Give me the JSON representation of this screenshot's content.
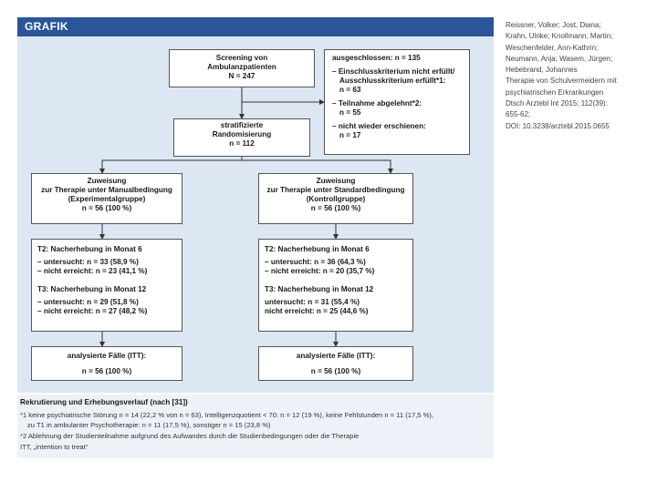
{
  "header": {
    "title": "GRAFIK"
  },
  "screening": {
    "l1": "Screening von",
    "l2": "Ambulanzpatienten",
    "l3": "N = 247"
  },
  "excluded": {
    "title": "ausgeschlossen: n = 135",
    "r1a": "– Einschlusskriterium nicht erfüllt/",
    "r1b": "Ausschlusskriterium erfüllt*1:",
    "r1n": "n = 63",
    "r2a": "– Teilnahme abgelehnt*2:",
    "r2n": "n = 55",
    "r3a": "– nicht wieder erschienen:",
    "r3n": "n = 17"
  },
  "randomization": {
    "l1": "stratifizierte",
    "l2": "Randomisierung",
    "l3": "n = 112"
  },
  "left": {
    "assign1": "Zuweisung",
    "assign2": "zur Therapie unter Manualbedingung",
    "assign3": "(Experimentalgruppe)",
    "assign4": "n = 56 (100 %)",
    "t2_title": "T2: Nacherhebung in Monat 6",
    "t2_a": "– untersucht: n = 33 (58,9 %)",
    "t2_b": "– nicht erreicht: n = 23 (41,1 %)",
    "t3_title": "T3: Nacherhebung in Monat 12",
    "t3_a": "– untersucht: n = 29 (51,8 %)",
    "t3_b": "– nicht erreicht: n = 27 (48,2 %)",
    "itt1": "analysierte Fälle (ITT):",
    "itt2": "n = 56 (100 %)"
  },
  "right": {
    "assign1": "Zuweisung",
    "assign2": "zur Therapie unter Standardbedingung",
    "assign3": "(Kontrollgruppe)",
    "assign4": "n = 56 (100 %)",
    "t2_title": "T2: Nacherhebung in Monat 6",
    "t2_a": "– untersucht: n = 36 (64,3 %)",
    "t2_b": "– nicht erreicht: n = 20 (35,7 %)",
    "t3_title": "T3: Nacherhebung in Monat 12",
    "t3_a": "untersucht: n = 31 (55,4 %)",
    "t3_b": "nicht erreicht: n = 25 (44,6 %)",
    "itt1": "analysierte Fälle (ITT):",
    "itt2": "n = 56 (100 %)"
  },
  "caption": {
    "title": "Rekrutierung und Erhebungsverlauf (nach [31])",
    "n1a": "*1 keine psychiatrische Störung n = 14 (22,2 % von n = 63), Intelligenzquotient < 70: n = 12 (19 %), keine Fehlstunden n = 11 (17,5 %),",
    "n1b": "zu T1 in ambulanter Psychotherapie: n = 11 (17,5 %), sonstiger n = 15 (23,8 %)",
    "n2": "*2 Ablehnung der Studienteilnahme aufgrund des Aufwandes durch die Studienbedingungen oder die Therapie",
    "itt": "ITT, „intention to treat“"
  },
  "citation": {
    "lines": [
      "Reissner, Volker; Jost, Diana;",
      "Krahn, Ulrike; Knollmann, Martin;",
      "Weschenfelder, Ann-Kathrin;",
      "Neumann, Anja; Wasem, Jürgen;",
      "Hebebrand, Johannes",
      "Therapie von Schulvermeidern mit",
      "psychiatrischen Erkrankungen",
      "Dtsch Arztebl Int 2015; 112(39):",
      "655-62;",
      "DOI: 10.3238/arztebl.2015.0655"
    ]
  }
}
